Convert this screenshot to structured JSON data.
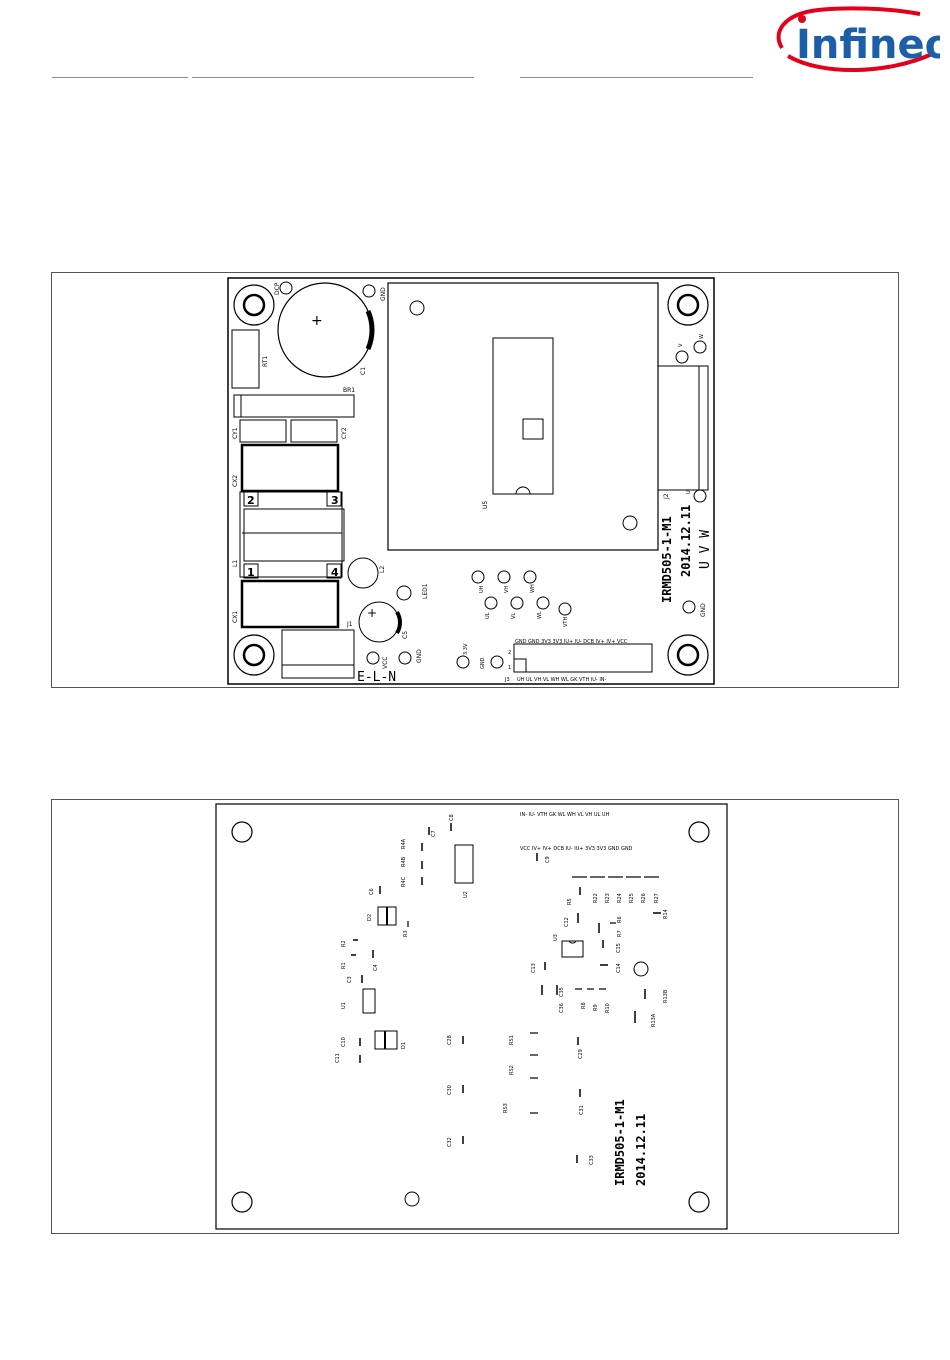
{
  "header": {
    "logo_text": "Infineon",
    "brand_color": "#e2001a",
    "logo_text_color": "#1c5fa8"
  },
  "top_board": {
    "caption_none": "",
    "board_name": "IRMD505-1-M1",
    "board_date": "2014.12.11",
    "phase_labels": "U  V  W",
    "ac_label": "E-L-N",
    "pins": {
      "p2": "2",
      "p3": "3",
      "p1": "1",
      "p4": "4"
    },
    "refs": {
      "rt1": "RT1",
      "c1": "C1",
      "br1": "BR1",
      "cy1": "CY1",
      "cy2": "CY2",
      "cx2": "CX2",
      "cx1": "CX1",
      "l1": "L1",
      "l2": "L2",
      "led1": "LED1",
      "c5": "C5",
      "j1": "J1",
      "j2": "J2",
      "j3": "J3",
      "u5": "U5",
      "gnd": "GND",
      "vcc": "VCC",
      "v33": "3.3V",
      "dcp": "DCP",
      "u": "U",
      "v": "V",
      "w": "W",
      "uh": "UH",
      "vh": "VH",
      "wh": "WH",
      "ul": "UL",
      "vl": "VL",
      "wl": "WL",
      "vth": "VTH"
    },
    "j3_top": "GND GND 3V3 3V3 IU+ IU- DCB IV+ IV+ VCC",
    "j3_bottom": "UH  UL  VH  VL  WH  WL  GK VTH IU- IN-",
    "j3_row2": "2",
    "j3_row1": "1"
  },
  "bottom_board": {
    "board_name": "IRMD505-1-M1",
    "board_date": "2014.12.11",
    "conn_top": "IN- IU- VTH GK WL WH VL VH UL UH",
    "conn_bottom": "VCC IV+ IV+ DCB IU- IU+ 3V3 3V3 GND GND",
    "refs": {
      "c7": "C7",
      "c8": "C8",
      "c9": "C9",
      "r4c": "R4C",
      "r4b": "R4B",
      "r4a": "R4A",
      "u2": "U2",
      "c6": "C6",
      "d2": "D2",
      "r3": "R3",
      "r2": "R2",
      "r1": "R1",
      "c3": "C3",
      "c4": "C4",
      "u1": "U1",
      "c11": "C11",
      "c10": "C10",
      "d1": "D1",
      "c28": "C28",
      "rs1": "RS1",
      "rs2": "RS2",
      "c29": "C29",
      "c30": "C30",
      "rs3": "RS3",
      "c31": "C31",
      "c32": "C32",
      "c33": "C33",
      "r5": "R5",
      "r22": "R22",
      "r23": "R23",
      "r24": "R24",
      "r25": "R25",
      "r26": "R26",
      "r27": "R27",
      "r14": "R14",
      "c12": "C12",
      "u3": "U3",
      "r6": "R6",
      "r7": "R7",
      "c15": "C15",
      "c13": "C13",
      "c14": "C14",
      "c36": "C36",
      "c35": "C35",
      "r8": "R8",
      "r9": "R9",
      "r10": "R10",
      "r13b": "R13B",
      "r13a": "R13A"
    }
  }
}
